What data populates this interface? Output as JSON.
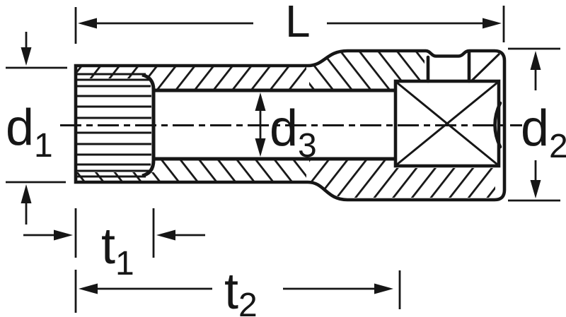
{
  "drawing": {
    "description": "Technical cross-section drawing of a socket (spline mouth, hollow shaft, square drive) with dimension callouts",
    "ink_color": "#161616",
    "background_color": "#ffffff",
    "labels": {
      "length": {
        "base": "L",
        "sub": ""
      },
      "d1": {
        "base": "d",
        "sub": "1"
      },
      "d2": {
        "base": "d",
        "sub": "2"
      },
      "d3": {
        "base": "d",
        "sub": "3"
      },
      "t1": {
        "base": "t",
        "sub": "1"
      },
      "t2": {
        "base": "t",
        "sub": "2"
      }
    }
  }
}
